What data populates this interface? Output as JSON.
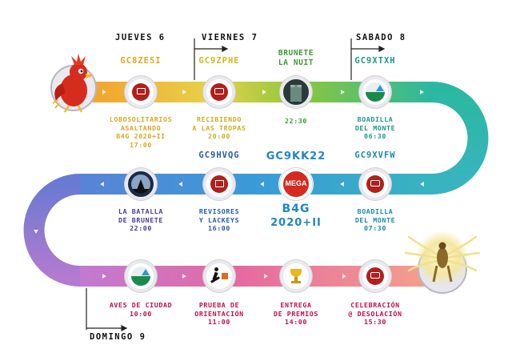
{
  "colors": {
    "blue": "#1f86c8",
    "magenta": "#8a2c8c",
    "dark": "#111111",
    "dayline": "#222222"
  },
  "days": {
    "thursday": "JUEVES 6",
    "friday": "VIERNES 7",
    "saturday": "SABADO 8",
    "sunday": "DOMINGO 9"
  },
  "events": [
    {
      "code": "GC8ZE5I",
      "label": "LOBOSOLITARIOS\nASALTANDO\nB4G 2020+II\n17:00",
      "icon": "chat-bubble-icon",
      "color": "#e0c020"
    },
    {
      "code": "GC9ZPHE",
      "label": "RECIBIENDO\nA LAS TROPAS\n20:00",
      "icon": "chat-bubble-icon",
      "color": "#d0cc20"
    },
    {
      "code": "BRUNETE\nLA NUIT",
      "label": "22:30",
      "icon": "castle-icon",
      "color": "#5aaa30"
    },
    {
      "code": "GC9XTXH",
      "label": "BOADILLA\nDEL MONTE\n06:30",
      "icon": "wherigo-icon",
      "color": "#1a9a8a"
    },
    {
      "code": "GC9XVFW",
      "label": "BOADILLA\nDEL MONTE\n07:30",
      "icon": "chat-bubble-icon",
      "color": "#1a8ab0"
    },
    {
      "code": "",
      "label": "",
      "icon": "mega-icon",
      "color": "#1f86c8"
    },
    {
      "code": "GC9HVQG",
      "label": "REVISORES\nY LACKEYS\n16:00",
      "icon": "chat-bubble-icon",
      "color": "#2a5ab0"
    },
    {
      "code": "",
      "label": "LA BATALLA\nDE BRUNETE\n22:00",
      "icon": "wolf-icon",
      "color": "#4a3a9a"
    },
    {
      "code": "",
      "label": "AVES DE CIUDAD\n10:00",
      "icon": "wherigo-icon",
      "color": "#c01048"
    },
    {
      "code": "",
      "label": "PRUEBA DE\nORIENTACIÓN\n11:00",
      "icon": "runner-icon",
      "color": "#c01048"
    },
    {
      "code": "",
      "label": "ENTREGA\nDE PREMIOS\n14:00",
      "icon": "trophy-icon",
      "color": "#c01048"
    },
    {
      "code": "",
      "label": "CELEBRACIÓN\n@ DESOLACIÓN\n15:30",
      "icon": "chat-bubble-icon",
      "color": "#c01048"
    }
  ],
  "mega": {
    "code": "GC9KK22",
    "badge": "MEGA",
    "title": "B4G",
    "subtitle": "2020+II"
  }
}
